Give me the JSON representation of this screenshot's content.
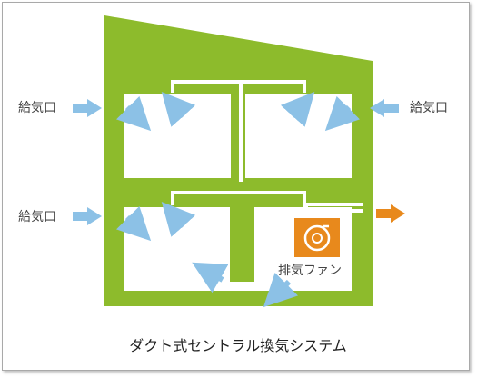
{
  "labels": {
    "supply_top_left": "給気口",
    "supply_top_right": "給気口",
    "supply_bottom_left": "給気口",
    "exhaust_fan": "排気ファン"
  },
  "caption": "ダクト式セントラル換気システム",
  "colors": {
    "house": "#8dbb2c",
    "room": "#ffffff",
    "duct": "#ffffff",
    "supply_arrow": "#8cc1e6",
    "exhaust_arrow": "#e8891c",
    "fan": "#e8891c",
    "frame_border": "#a9a9a9"
  },
  "icons": {
    "fan": "fan-icon",
    "supply": "arrow-right-icon",
    "exhaust": "arrow-right-icon"
  }
}
